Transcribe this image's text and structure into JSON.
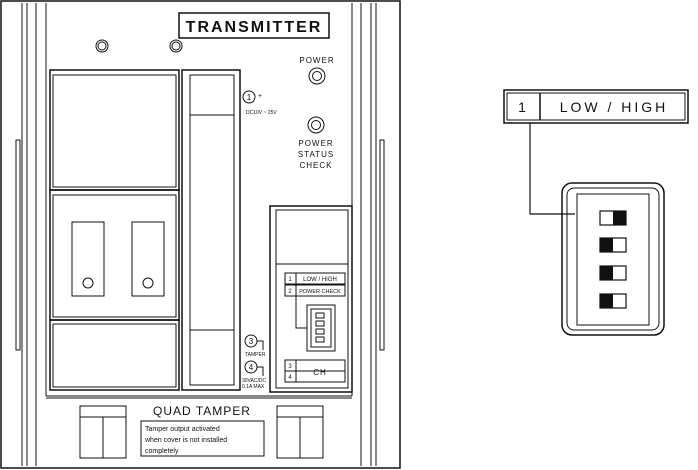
{
  "device": {
    "title": "TRANSMITTER",
    "power_label": "POWER",
    "status_label_1": "POWER",
    "status_label_2": "STATUS",
    "status_label_3": "CHECK",
    "terminal_1_num": "1",
    "terminal_1_sign": "+",
    "terminal_1_text": "DC10V ~ 25V",
    "terminal_3_num": "3",
    "terminal_3_text": "TAMPER",
    "terminal_4_num": "4",
    "terminal_4_text_1": "30VAC/DC",
    "terminal_4_text_2": "0.1A MAX",
    "switch_row_1_num": "1",
    "switch_row_1_label": "LOW / HIGH",
    "switch_row_2_num": "2",
    "switch_row_2_label": "POWER CHECK",
    "switch_row_3_num": "3",
    "switch_row_4_num": "4",
    "channel_label": "CH",
    "quad_tamper_label": "QUAD TAMPER",
    "tamper_note_1": "Tamper output activated",
    "tamper_note_2": "when cover is not installed",
    "tamper_note_3": "completely"
  },
  "callout": {
    "number": "1",
    "label": "LOW / HIGH",
    "switch_states": [
      "right-dark",
      "left-dark",
      "left-dark",
      "left-dark"
    ]
  },
  "colors": {
    "line": "#111111",
    "fill_dark": "#111111",
    "background": "#ffffff"
  }
}
